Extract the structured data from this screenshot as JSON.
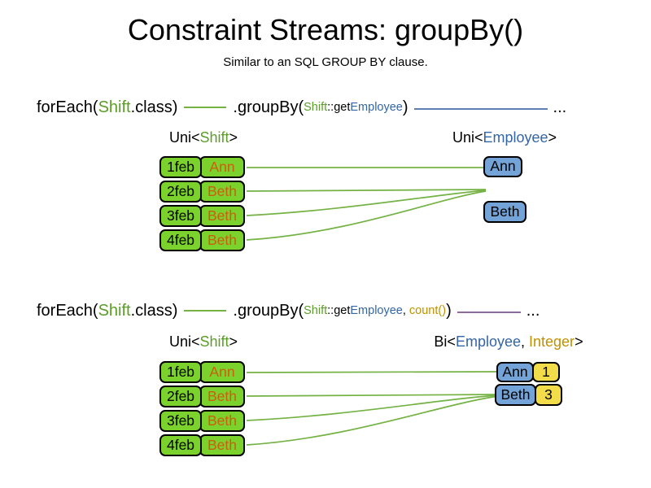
{
  "slide": {
    "title": "Constraint Streams: groupBy()",
    "subtitle": "Similar to an SQL GROUP BY clause."
  },
  "colors": {
    "shift_green_text": "#5b9e27",
    "employee_blue_text": "#3465a4",
    "integer_gold_text": "#bf9000",
    "employee_name_orange_text": "#c95f0e",
    "shift_box_green": "#7bd22d",
    "group_box_blue": "#74a3d7",
    "count_box_yellow": "#f3dc49",
    "wire_green": "#74b244",
    "wire_blue": "#5b7eb5",
    "wire_purple": "#8e6a9d",
    "box_border": "#000000"
  },
  "section1": {
    "code": {
      "foreach_kw": "forEach(",
      "foreach_arg": "Shift",
      "foreach_close": ".class)",
      "groupby_kw": ".groupBy(",
      "arg_class": "Shift",
      "arg_accessor": "::get",
      "arg_type": "Employee",
      "close_paren": ")",
      "ellipsis": "..."
    },
    "source_label": {
      "prefix": "Uni<",
      "type": "Shift",
      "suffix": ">"
    },
    "result_label": {
      "prefix": "Uni<",
      "type": "Employee",
      "suffix": ">"
    },
    "shifts": [
      {
        "date": "1feb",
        "employee": "Ann"
      },
      {
        "date": "2feb",
        "employee": "Beth"
      },
      {
        "date": "3feb",
        "employee": "Beth"
      },
      {
        "date": "4feb",
        "employee": "Beth"
      }
    ],
    "groups": [
      {
        "employee": "Ann"
      },
      {
        "employee": "Beth"
      }
    ]
  },
  "section2": {
    "code": {
      "foreach_kw": "forEach(",
      "foreach_arg": "Shift",
      "foreach_close": ".class)",
      "groupby_kw": ".groupBy(",
      "arg_class": "Shift",
      "arg_accessor": "::get",
      "arg_type": "Employee",
      "comma": ", ",
      "arg_collector": "count()",
      "close_paren": ")",
      "ellipsis": "..."
    },
    "source_label": {
      "prefix": "Uni<",
      "type": "Shift",
      "suffix": ">"
    },
    "result_label": {
      "prefix": "Bi<",
      "type1": "Employee",
      "comma": ", ",
      "type2": "Integer",
      "suffix": ">"
    },
    "shifts": [
      {
        "date": "1feb",
        "employee": "Ann"
      },
      {
        "date": "2feb",
        "employee": "Beth"
      },
      {
        "date": "3feb",
        "employee": "Beth"
      },
      {
        "date": "4feb",
        "employee": "Beth"
      }
    ],
    "groups": [
      {
        "employee": "Ann",
        "count": "1"
      },
      {
        "employee": "Beth",
        "count": "3"
      }
    ]
  }
}
